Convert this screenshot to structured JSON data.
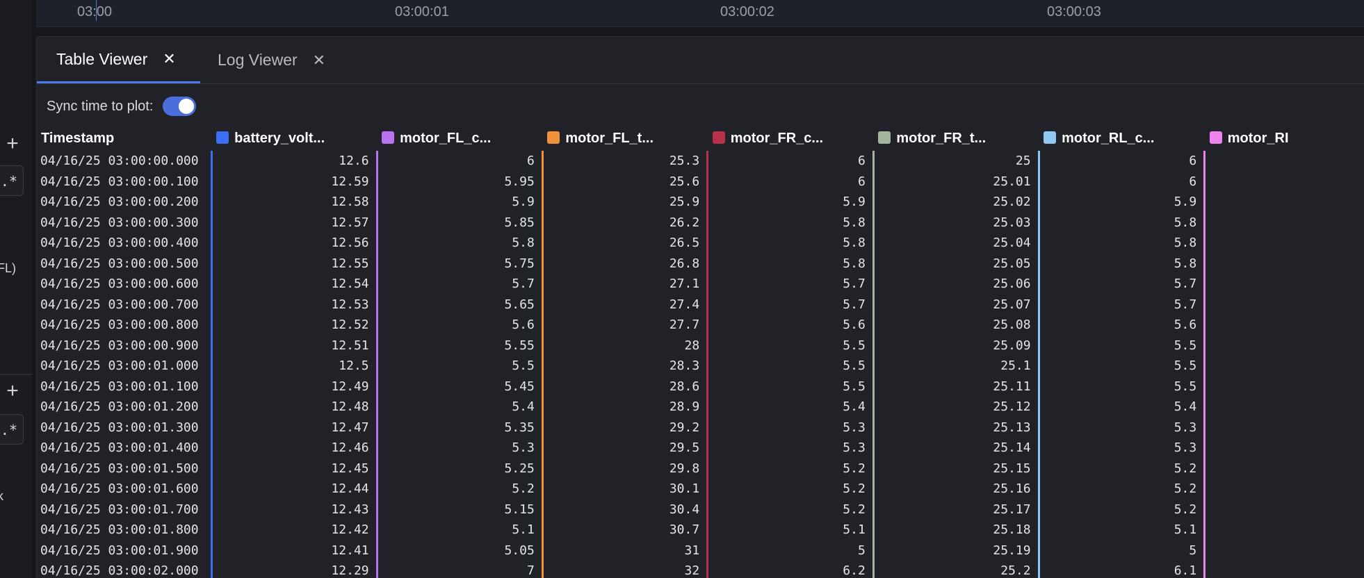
{
  "sidebar": {
    "add_label_1": "+",
    "regex_label_1": ".*",
    "partial_text_1": "FL)",
    "add_label_2": "+",
    "regex_label_2": ".*",
    "partial_text_2": "k"
  },
  "timeline": {
    "ticks": [
      "03:00",
      "03:00:01",
      "03:00:02",
      "03:00:03"
    ]
  },
  "tabs": [
    {
      "label": "Table Viewer",
      "close": "✕",
      "active": true
    },
    {
      "label": "Log Viewer",
      "close": "✕",
      "active": false
    }
  ],
  "sync": {
    "label": "Sync time to plot:",
    "enabled": true
  },
  "table": {
    "timestamp_header": "Timestamp",
    "columns": [
      {
        "name": "battery_volt...",
        "color": "#3b6ef5"
      },
      {
        "name": "motor_FL_c...",
        "color": "#b873f0"
      },
      {
        "name": "motor_FL_t...",
        "color": "#f0923a"
      },
      {
        "name": "motor_FR_c...",
        "color": "#b5324a"
      },
      {
        "name": "motor_FR_t...",
        "color": "#a3b59a"
      },
      {
        "name": "motor_RL_c...",
        "color": "#8ec9f2"
      },
      {
        "name": "motor_RI",
        "color": "#ee82ee"
      }
    ],
    "rows": [
      {
        "ts": "04/16/25 03:00:00.000",
        "v": [
          "12.6",
          "6",
          "25.3",
          "6",
          "25",
          "6"
        ]
      },
      {
        "ts": "04/16/25 03:00:00.100",
        "v": [
          "12.59",
          "5.95",
          "25.6",
          "6",
          "25.01",
          "6"
        ]
      },
      {
        "ts": "04/16/25 03:00:00.200",
        "v": [
          "12.58",
          "5.9",
          "25.9",
          "5.9",
          "25.02",
          "5.9"
        ]
      },
      {
        "ts": "04/16/25 03:00:00.300",
        "v": [
          "12.57",
          "5.85",
          "26.2",
          "5.8",
          "25.03",
          "5.8"
        ]
      },
      {
        "ts": "04/16/25 03:00:00.400",
        "v": [
          "12.56",
          "5.8",
          "26.5",
          "5.8",
          "25.04",
          "5.8"
        ]
      },
      {
        "ts": "04/16/25 03:00:00.500",
        "v": [
          "12.55",
          "5.75",
          "26.8",
          "5.8",
          "25.05",
          "5.8"
        ]
      },
      {
        "ts": "04/16/25 03:00:00.600",
        "v": [
          "12.54",
          "5.7",
          "27.1",
          "5.7",
          "25.06",
          "5.7"
        ]
      },
      {
        "ts": "04/16/25 03:00:00.700",
        "v": [
          "12.53",
          "5.65",
          "27.4",
          "5.7",
          "25.07",
          "5.7"
        ]
      },
      {
        "ts": "04/16/25 03:00:00.800",
        "v": [
          "12.52",
          "5.6",
          "27.7",
          "5.6",
          "25.08",
          "5.6"
        ]
      },
      {
        "ts": "04/16/25 03:00:00.900",
        "v": [
          "12.51",
          "5.55",
          "28",
          "5.5",
          "25.09",
          "5.5"
        ]
      },
      {
        "ts": "04/16/25 03:00:01.000",
        "v": [
          "12.5",
          "5.5",
          "28.3",
          "5.5",
          "25.1",
          "5.5"
        ]
      },
      {
        "ts": "04/16/25 03:00:01.100",
        "v": [
          "12.49",
          "5.45",
          "28.6",
          "5.5",
          "25.11",
          "5.5"
        ]
      },
      {
        "ts": "04/16/25 03:00:01.200",
        "v": [
          "12.48",
          "5.4",
          "28.9",
          "5.4",
          "25.12",
          "5.4"
        ]
      },
      {
        "ts": "04/16/25 03:00:01.300",
        "v": [
          "12.47",
          "5.35",
          "29.2",
          "5.3",
          "25.13",
          "5.3"
        ]
      },
      {
        "ts": "04/16/25 03:00:01.400",
        "v": [
          "12.46",
          "5.3",
          "29.5",
          "5.3",
          "25.14",
          "5.3"
        ]
      },
      {
        "ts": "04/16/25 03:00:01.500",
        "v": [
          "12.45",
          "5.25",
          "29.8",
          "5.2",
          "25.15",
          "5.2"
        ]
      },
      {
        "ts": "04/16/25 03:00:01.600",
        "v": [
          "12.44",
          "5.2",
          "30.1",
          "5.2",
          "25.16",
          "5.2"
        ]
      },
      {
        "ts": "04/16/25 03:00:01.700",
        "v": [
          "12.43",
          "5.15",
          "30.4",
          "5.2",
          "25.17",
          "5.2"
        ]
      },
      {
        "ts": "04/16/25 03:00:01.800",
        "v": [
          "12.42",
          "5.1",
          "30.7",
          "5.1",
          "25.18",
          "5.1"
        ]
      },
      {
        "ts": "04/16/25 03:00:01.900",
        "v": [
          "12.41",
          "5.05",
          "31",
          "5",
          "25.19",
          "5"
        ]
      },
      {
        "ts": "04/16/25 03:00:02.000",
        "v": [
          "12.29",
          "7",
          "32",
          "6.2",
          "25.2",
          "6.1"
        ]
      }
    ]
  }
}
